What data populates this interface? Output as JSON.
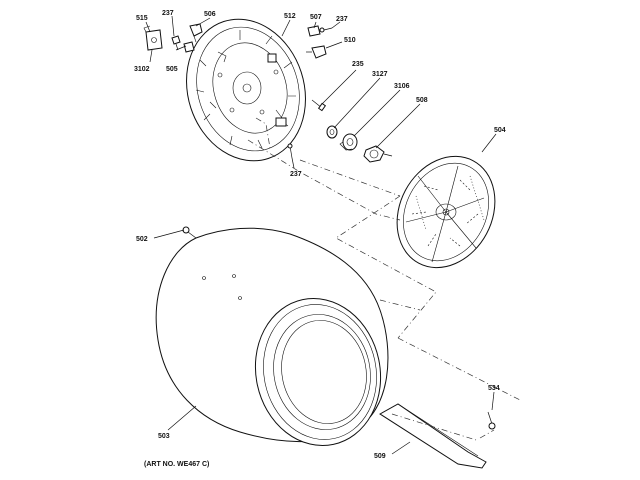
{
  "labels": {
    "p515": "515",
    "p237a": "237",
    "p506": "506",
    "p512": "512",
    "p507": "507",
    "p237b": "237",
    "p510": "510",
    "p3102": "3102",
    "p505": "505",
    "p235": "235",
    "p3127": "3127",
    "p3106": "3106",
    "p508": "508",
    "p504": "504",
    "p237c": "237",
    "p502": "502",
    "p503": "503",
    "p534": "534",
    "p509": "509"
  },
  "art_number": "(ART NO. WE467 C)",
  "colors": {
    "line": "#111111",
    "background": "#ffffff"
  }
}
